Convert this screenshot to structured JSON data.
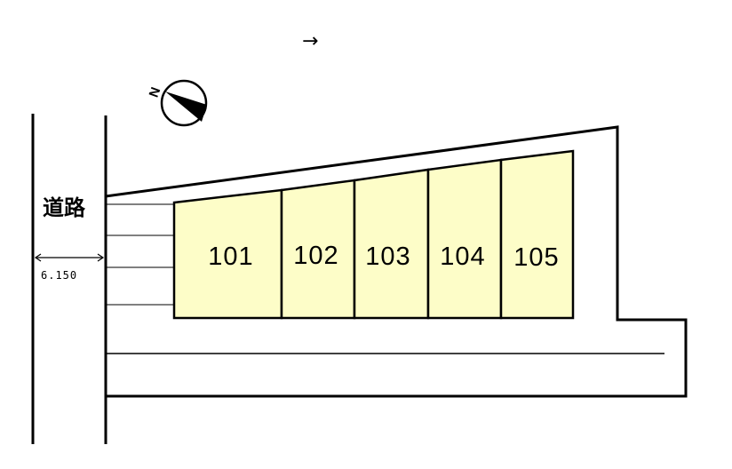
{
  "arrow_label": "→",
  "compass": {
    "letter": "N",
    "icon": "compass-north-icon"
  },
  "road": {
    "label": "道路",
    "width_label": "6.150"
  },
  "units": [
    "101",
    "102",
    "103",
    "104",
    "105"
  ],
  "colors": {
    "unit_fill": "#fdfdc8",
    "line": "#000000"
  }
}
